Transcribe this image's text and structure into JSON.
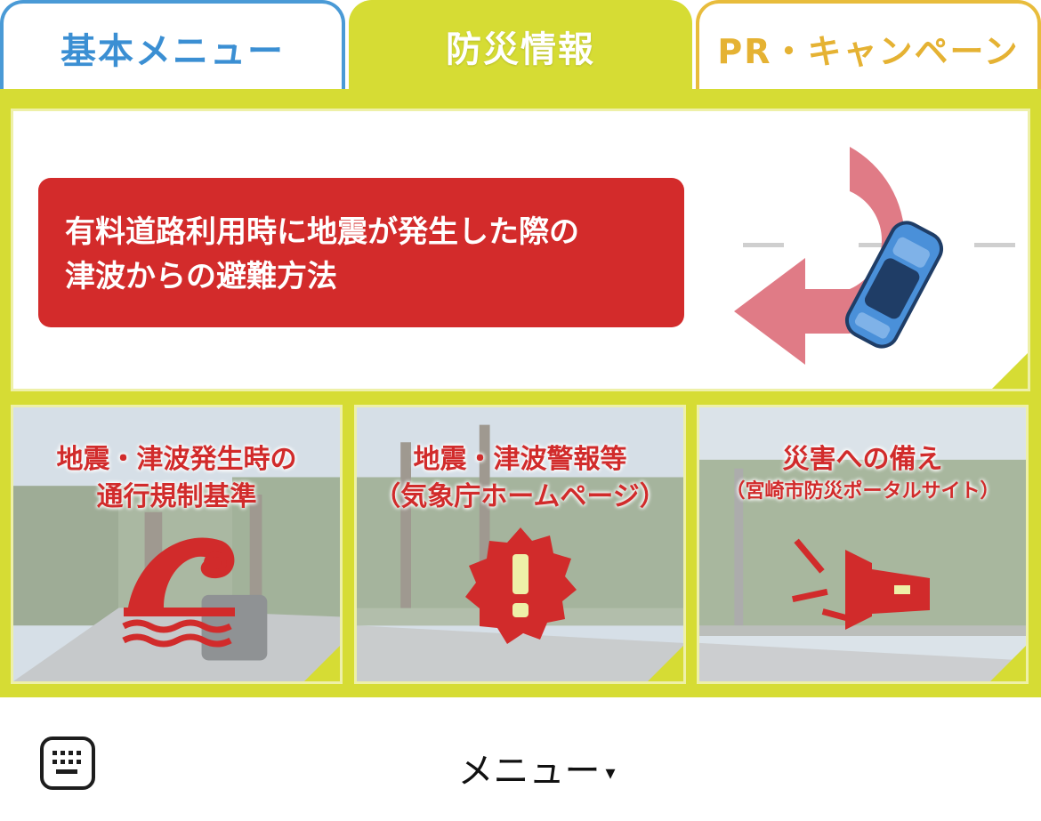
{
  "tabs": [
    {
      "label": "基本メニュー",
      "color": "#3b8fd3"
    },
    {
      "label": "防災情報",
      "color": "#d6dc34"
    },
    {
      "label": "PR・キャンペーン",
      "color": "#e5b233"
    }
  ],
  "banner": {
    "line1": "有料道路利用時に地震が発生した際の",
    "line2": "津波からの避難方法",
    "icon": "car-u-turn-icon"
  },
  "cards": [
    {
      "title_line1": "地震・津波発生時の",
      "title_line2": "通行規制基準",
      "icon": "tsunami-wave-icon"
    },
    {
      "title_line1": "地震・津波警報等",
      "title_line2": "（気象庁ホームページ）",
      "icon": "warning-badge-icon"
    },
    {
      "title_line1": "災害への備え",
      "title_line2": "（宮崎市防災ポータルサイト）",
      "icon": "flashlight-icon"
    }
  ],
  "bottom": {
    "menu_label": "メニュー",
    "caret": "▾",
    "keyboard_icon": "keyboard-icon"
  },
  "colors": {
    "accent": "#d6dc34",
    "red": "#d32b2b",
    "blue": "#4a9ad6",
    "gold": "#e8bc3c"
  }
}
